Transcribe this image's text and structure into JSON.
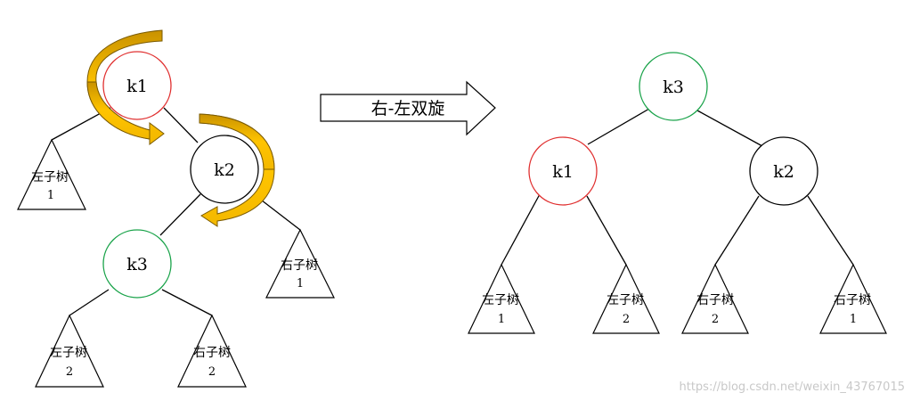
{
  "colors": {
    "red_ring": "#e03030",
    "green_ring": "#1aa34a",
    "black_ring": "#000000",
    "rotation_fill": "#f3b800",
    "rotation_shade": "#b88600"
  },
  "icons": [
    "rotate-counterclockwise-arrow-icon",
    "rotate-clockwise-arrow-icon",
    "right-arrow-icon"
  ],
  "before": {
    "nodes": {
      "k1": "k1",
      "k2": "k2",
      "k3": "k3"
    },
    "subtrees": [
      {
        "label": "左子树",
        "num": "1"
      },
      {
        "label": "右子树",
        "num": "1"
      },
      {
        "label": "左子树",
        "num": "2"
      },
      {
        "label": "右子树",
        "num": "2"
      }
    ]
  },
  "arrow": {
    "label": "右-左双旋"
  },
  "after": {
    "nodes": {
      "k3": "k3",
      "k1": "k1",
      "k2": "k2"
    },
    "subtrees": [
      {
        "label": "左子树",
        "num": "1"
      },
      {
        "label": "左子树",
        "num": "2"
      },
      {
        "label": "右子树",
        "num": "2"
      },
      {
        "label": "右子树",
        "num": "1"
      }
    ]
  },
  "watermark": "https://blog.csdn.net/weixin_43767015"
}
